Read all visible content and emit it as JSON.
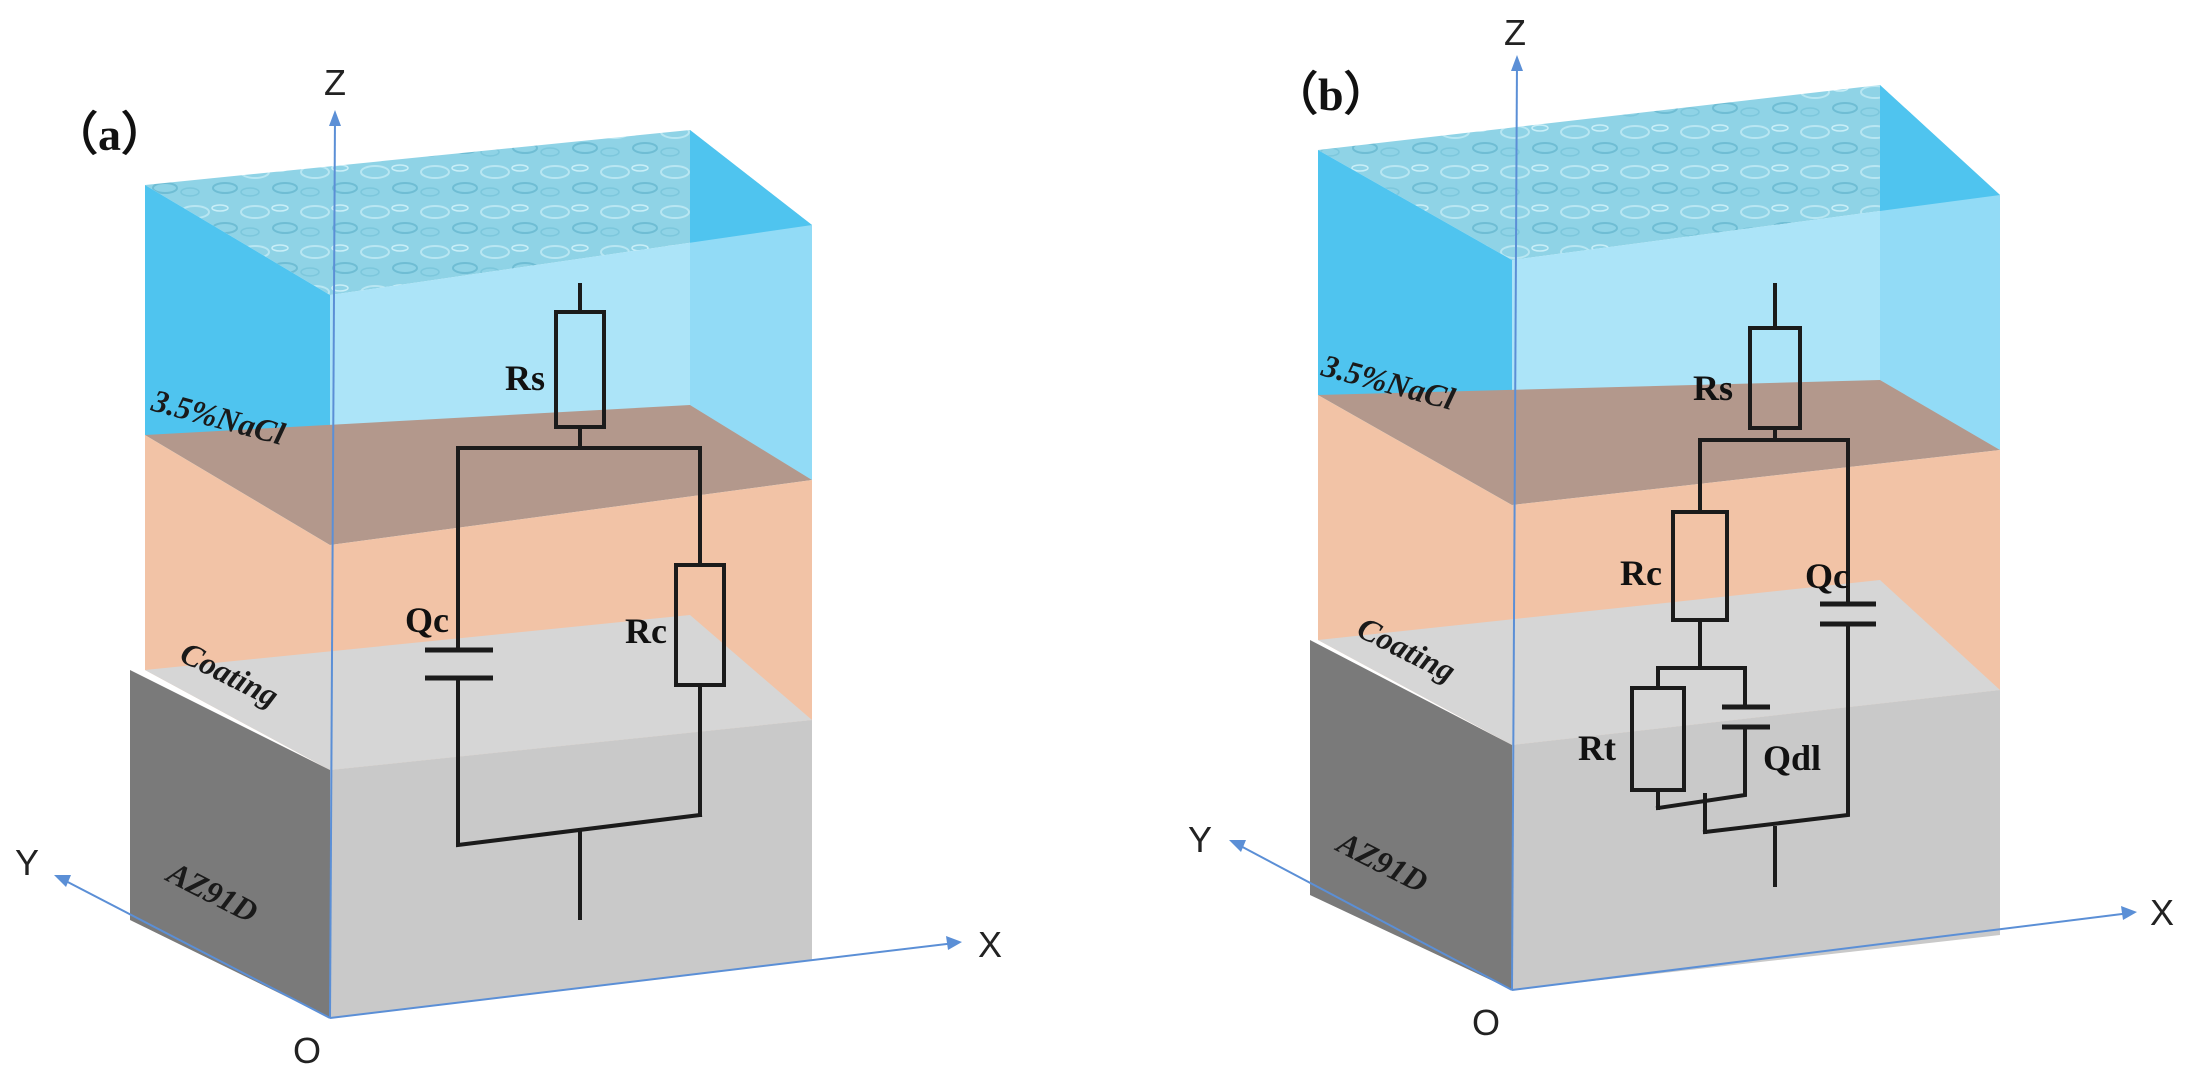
{
  "colors": {
    "water_top": "#8fd3e6",
    "water_side": "#4fc4ef",
    "water_front": "#9ddff7",
    "coating_side": "#b3988c",
    "coating_front": "#f2c3a6",
    "substrate_front": "#c9c9c9",
    "substrate_side": "#7a7a7a",
    "axis": "#5b8fd6",
    "wire": "#1b1b1b"
  },
  "panels": [
    {
      "label": "（a）",
      "axes": {
        "z": "Z",
        "x": "X",
        "y": "Y",
        "origin": "O"
      },
      "layers": {
        "electrolyte": "3.5%NaCl",
        "coating": "Coating",
        "substrate": "AZ91D"
      },
      "components": {
        "rs": "Rs",
        "qc": "Qc",
        "rc": "Rc"
      }
    },
    {
      "label": "（b）",
      "axes": {
        "z": "Z",
        "x": "X",
        "y": "Y",
        "origin": "O"
      },
      "layers": {
        "electrolyte": "3.5%NaCl",
        "coating": "Coating",
        "substrate": "AZ91D"
      },
      "components": {
        "rs": "Rs",
        "rc": "Rc",
        "qc": "Qc",
        "rt": "Rt",
        "qdl": "Qdl"
      }
    }
  ]
}
